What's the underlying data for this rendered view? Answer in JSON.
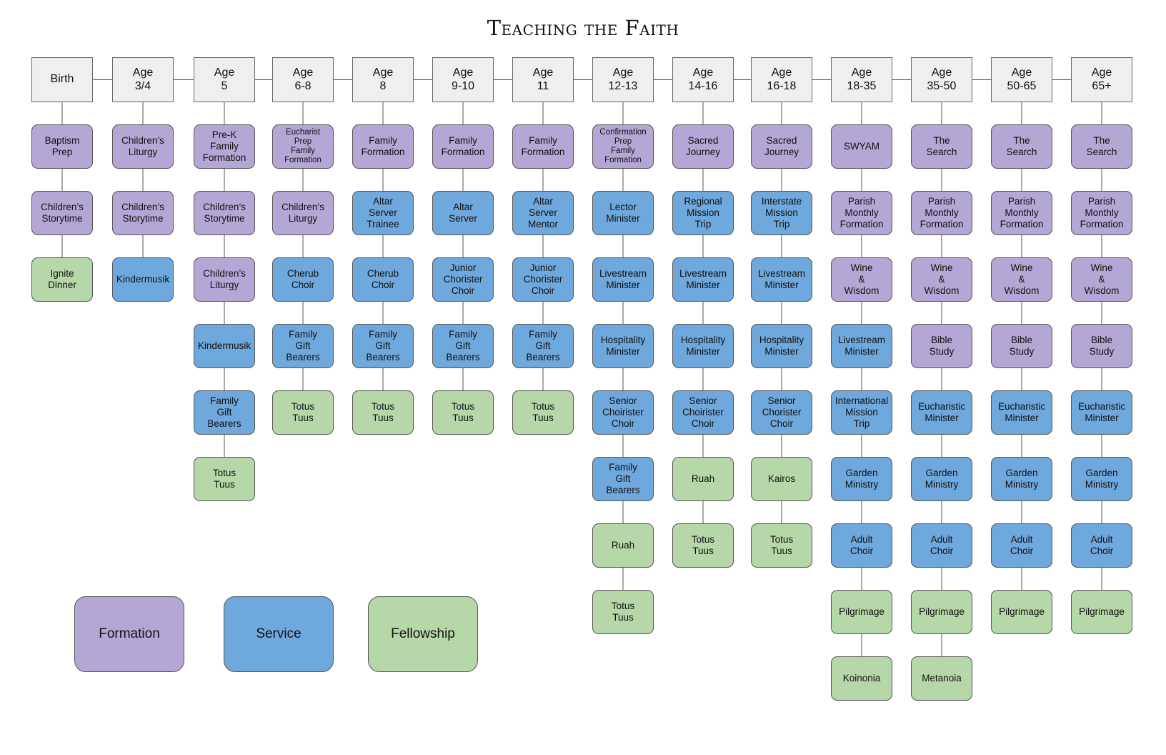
{
  "title": "Teaching the Faith",
  "colors": {
    "formation": "#b4a7d6",
    "service": "#6fa8dc",
    "fellowship": "#b6d7a8",
    "header": "#efefef"
  },
  "legend": [
    {
      "key": "formation",
      "label": "Formation"
    },
    {
      "key": "service",
      "label": "Service"
    },
    {
      "key": "fellowship",
      "label": "Fellowship"
    }
  ],
  "columns": [
    {
      "header": "Birth",
      "items": [
        {
          "label": "Baptism\nPrep",
          "cat": "formation"
        },
        {
          "label": "Children’s\nStorytime",
          "cat": "formation"
        },
        {
          "label": "Ignite\nDinner",
          "cat": "fellowship"
        }
      ]
    },
    {
      "header": "Age\n3/4",
      "items": [
        {
          "label": "Children’s\nLiturgy",
          "cat": "formation"
        },
        {
          "label": "Children’s\nStorytime",
          "cat": "formation"
        },
        {
          "label": "Kindermusik",
          "cat": "service"
        }
      ]
    },
    {
      "header": "Age\n5",
      "items": [
        {
          "label": "Pre-K\nFamily\nFormation",
          "cat": "formation"
        },
        {
          "label": "Children’s\nStorytime",
          "cat": "formation"
        },
        {
          "label": "Children’s\nLiturgy",
          "cat": "formation"
        },
        {
          "label": "Kindermusik",
          "cat": "service"
        },
        {
          "label": "Family\nGift\nBearers",
          "cat": "service"
        },
        {
          "label": "Totus\nTuus",
          "cat": "fellowship"
        }
      ]
    },
    {
      "header": "Age\n6-8",
      "items": [
        {
          "label": "Eucharist\nPrep\nFamily\nFormation",
          "cat": "formation",
          "small": true
        },
        {
          "label": "Children’s\nLiturgy",
          "cat": "formation"
        },
        {
          "label": "Cherub\nChoir",
          "cat": "service"
        },
        {
          "label": "Family\nGift\nBearers",
          "cat": "service"
        },
        {
          "label": "Totus\nTuus",
          "cat": "fellowship"
        }
      ]
    },
    {
      "header": "Age\n8",
      "items": [
        {
          "label": "Family\nFormation",
          "cat": "formation"
        },
        {
          "label": "Altar\nServer\nTrainee",
          "cat": "service"
        },
        {
          "label": "Cherub\nChoir",
          "cat": "service"
        },
        {
          "label": "Family\nGift\nBearers",
          "cat": "service"
        },
        {
          "label": "Totus\nTuus",
          "cat": "fellowship"
        }
      ]
    },
    {
      "header": "Age\n9-10",
      "items": [
        {
          "label": "Family\nFormation",
          "cat": "formation"
        },
        {
          "label": "Altar\nServer",
          "cat": "service"
        },
        {
          "label": "Junior\nChorister\nChoir",
          "cat": "service"
        },
        {
          "label": "Family\nGift\nBearers",
          "cat": "service"
        },
        {
          "label": "Totus\nTuus",
          "cat": "fellowship"
        }
      ]
    },
    {
      "header": "Age\n11",
      "items": [
        {
          "label": "Family\nFormation",
          "cat": "formation"
        },
        {
          "label": "Altar\nServer\nMentor",
          "cat": "service"
        },
        {
          "label": "Junior\nChorister\nChoir",
          "cat": "service"
        },
        {
          "label": "Family\nGift\nBearers",
          "cat": "service"
        },
        {
          "label": "Totus\nTuus",
          "cat": "fellowship"
        }
      ]
    },
    {
      "header": "Age\n12-13",
      "items": [
        {
          "label": "Confirmation\nPrep\nFamily\nFormation",
          "cat": "formation",
          "small": true
        },
        {
          "label": "Lector\nMinister",
          "cat": "service"
        },
        {
          "label": "Livestream\nMinister",
          "cat": "service"
        },
        {
          "label": "Hospitality\nMinister",
          "cat": "service"
        },
        {
          "label": "Senior\nChoirister\nChoir",
          "cat": "service"
        },
        {
          "label": "Family\nGift\nBearers",
          "cat": "service"
        },
        {
          "label": "Ruah",
          "cat": "fellowship"
        },
        {
          "label": "Totus\nTuus",
          "cat": "fellowship"
        }
      ]
    },
    {
      "header": "Age\n14-16",
      "items": [
        {
          "label": "Sacred\nJourney",
          "cat": "formation"
        },
        {
          "label": "Regional\nMission\nTrip",
          "cat": "service"
        },
        {
          "label": "Livestream\nMinister",
          "cat": "service"
        },
        {
          "label": "Hospitality\nMinister",
          "cat": "service"
        },
        {
          "label": "Senior\nChoirister\nChoir",
          "cat": "service"
        },
        {
          "label": "Ruah",
          "cat": "fellowship"
        },
        {
          "label": "Totus\nTuus",
          "cat": "fellowship"
        }
      ]
    },
    {
      "header": "Age\n16-18",
      "items": [
        {
          "label": "Sacred\nJourney",
          "cat": "formation"
        },
        {
          "label": "Interstate\nMission\nTrip",
          "cat": "service"
        },
        {
          "label": "Livestream\nMinister",
          "cat": "service"
        },
        {
          "label": "Hospitality\nMinister",
          "cat": "service"
        },
        {
          "label": "Senior\nChorister\nChoir",
          "cat": "service"
        },
        {
          "label": "Kairos",
          "cat": "fellowship"
        },
        {
          "label": "Totus\nTuus",
          "cat": "fellowship"
        }
      ]
    },
    {
      "header": "Age\n18-35",
      "items": [
        {
          "label": "SWYAM",
          "cat": "formation"
        },
        {
          "label": "Parish\nMonthly\nFormation",
          "cat": "formation"
        },
        {
          "label": "Wine\n&\nWisdom",
          "cat": "formation"
        },
        {
          "label": "Livestream\nMinister",
          "cat": "service"
        },
        {
          "label": "International\nMission\nTrip",
          "cat": "service"
        },
        {
          "label": "Garden\nMinistry",
          "cat": "service"
        },
        {
          "label": "Adult\nChoir",
          "cat": "service"
        },
        {
          "label": "Pilgrimage",
          "cat": "fellowship"
        },
        {
          "label": "Koinonia",
          "cat": "fellowship"
        }
      ]
    },
    {
      "header": "Age\n35-50",
      "items": [
        {
          "label": "The\nSearch",
          "cat": "formation"
        },
        {
          "label": "Parish\nMonthly\nFormation",
          "cat": "formation"
        },
        {
          "label": "Wine\n&\nWisdom",
          "cat": "formation"
        },
        {
          "label": "Bible\nStudy",
          "cat": "formation"
        },
        {
          "label": "Eucharistic\nMinister",
          "cat": "service"
        },
        {
          "label": "Garden\nMinistry",
          "cat": "service"
        },
        {
          "label": "Adult\nChoir",
          "cat": "service"
        },
        {
          "label": "Pilgrimage",
          "cat": "fellowship"
        },
        {
          "label": "Metanoia",
          "cat": "fellowship"
        }
      ]
    },
    {
      "header": "Age\n50-65",
      "items": [
        {
          "label": "The\nSearch",
          "cat": "formation"
        },
        {
          "label": "Parish\nMonthly\nFormation",
          "cat": "formation"
        },
        {
          "label": "Wine\n&\nWisdom",
          "cat": "formation"
        },
        {
          "label": "Bible\nStudy",
          "cat": "formation"
        },
        {
          "label": "Eucharistic\nMinister",
          "cat": "service"
        },
        {
          "label": "Garden\nMinistry",
          "cat": "service"
        },
        {
          "label": "Adult\nChoir",
          "cat": "service"
        },
        {
          "label": "Pilgrimage",
          "cat": "fellowship"
        }
      ]
    },
    {
      "header": "Age\n65+",
      "items": [
        {
          "label": "The\nSearch",
          "cat": "formation"
        },
        {
          "label": "Parish\nMonthly\nFormation",
          "cat": "formation"
        },
        {
          "label": "Wine\n&\nWisdom",
          "cat": "formation"
        },
        {
          "label": "Bible\nStudy",
          "cat": "formation"
        },
        {
          "label": "Eucharistic\nMinister",
          "cat": "service"
        },
        {
          "label": "Garden\nMinistry",
          "cat": "service"
        },
        {
          "label": "Adult\nChoir",
          "cat": "service"
        },
        {
          "label": "Pilgrimage",
          "cat": "fellowship"
        }
      ]
    }
  ]
}
